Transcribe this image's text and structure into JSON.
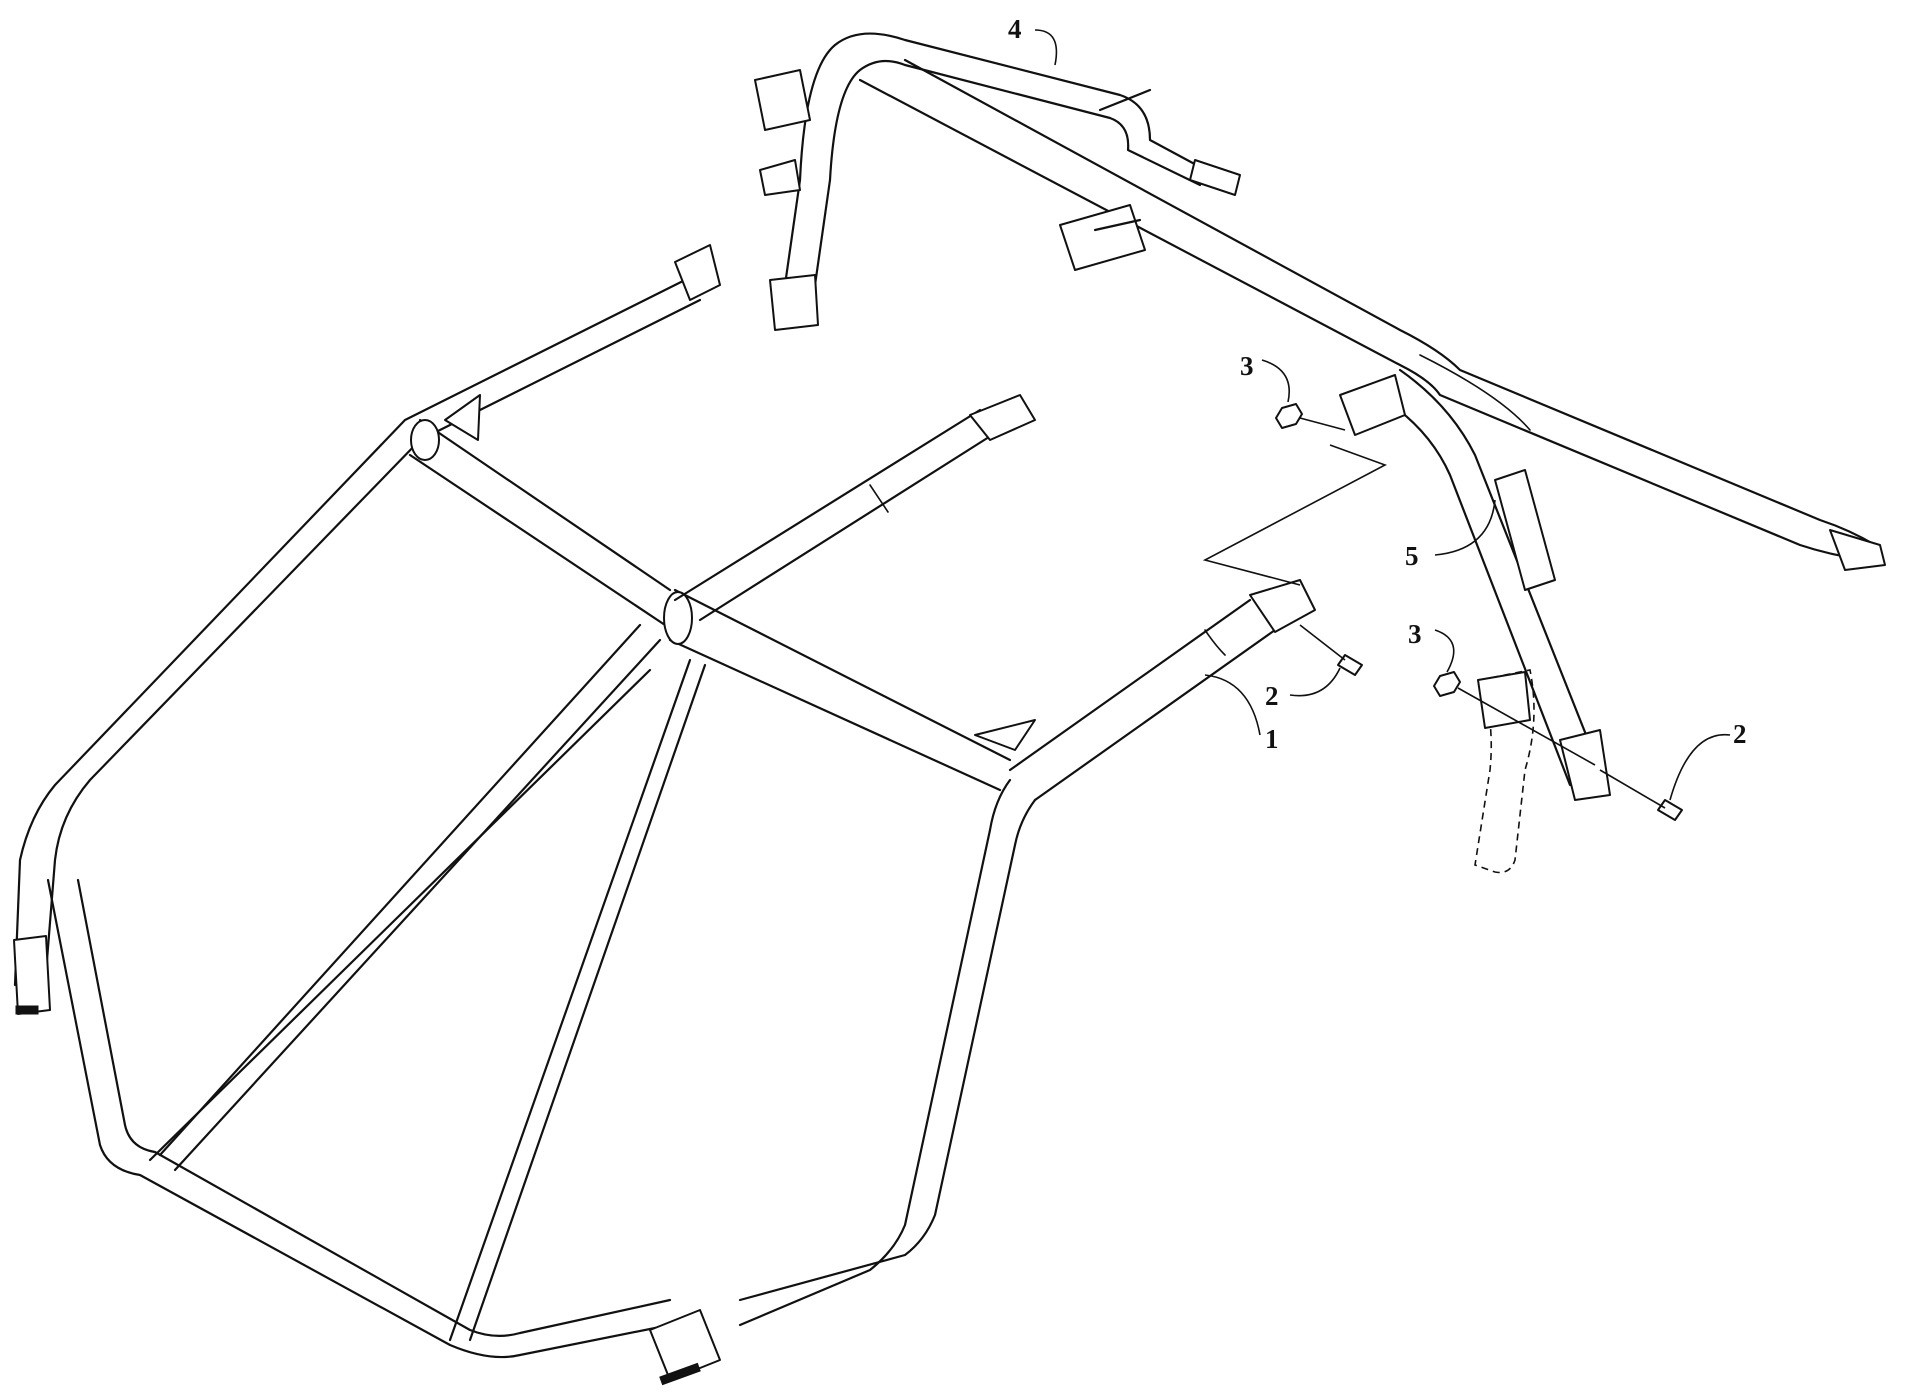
{
  "callouts": [
    {
      "id": "1",
      "label": "1"
    },
    {
      "id": "2a",
      "label": "2"
    },
    {
      "id": "2b",
      "label": "2"
    },
    {
      "id": "3a",
      "label": "3"
    },
    {
      "id": "3b",
      "label": "3"
    },
    {
      "id": "4",
      "label": "4"
    },
    {
      "id": "5",
      "label": "5"
    }
  ],
  "colors": {
    "line": "#111111",
    "background": "#ffffff"
  }
}
